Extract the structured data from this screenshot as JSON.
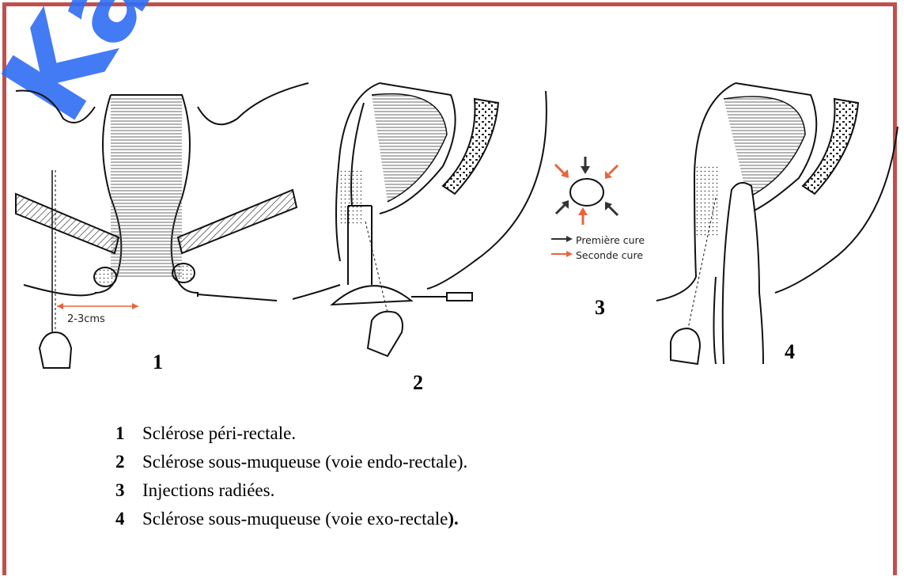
{
  "figure": {
    "panel_numbers": [
      "1",
      "2",
      "3",
      "4"
    ],
    "measurement_label": "2-3cms",
    "legend": {
      "items": [
        {
          "label": "Première cure",
          "color": "#333333"
        },
        {
          "label": "Seconde cure",
          "color": "#e8643c"
        }
      ]
    }
  },
  "captions": [
    {
      "num": "1",
      "text": "Sclérose péri-rectale.",
      "tail": ""
    },
    {
      "num": "2",
      "text": "Sclérose sous-muqueuse (voie endo-rectale).",
      "tail": ""
    },
    {
      "num": "3",
      "text": "Injections radiées.",
      "tail": ""
    },
    {
      "num": "4",
      "text": "Sclérose sous-muqueuse (voie exo-rectale",
      "tail": ")."
    }
  ],
  "watermark": {
    "text": "Kalpod",
    "color": "#2f6df5"
  },
  "colors": {
    "frame": "#c0504d"
  }
}
